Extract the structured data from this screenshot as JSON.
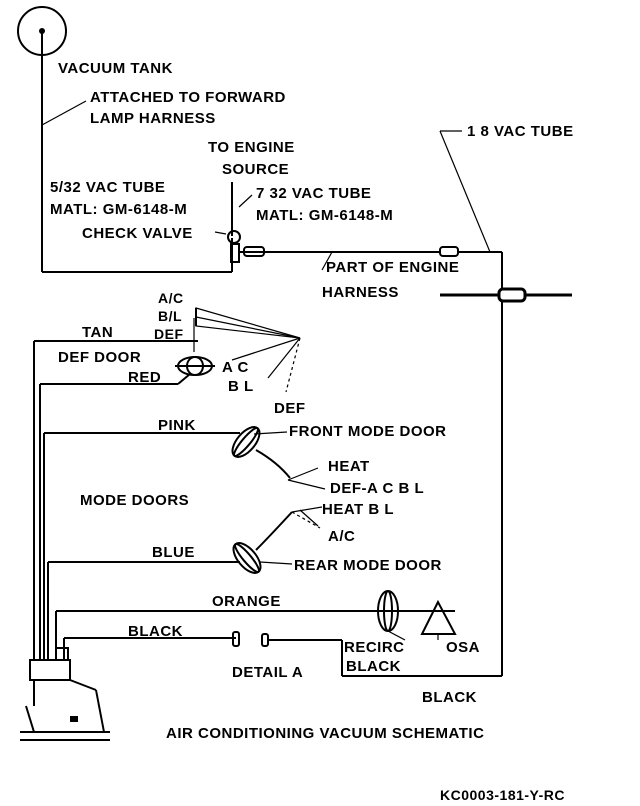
{
  "labels": {
    "vacuum_tank": "VACUUM TANK",
    "attached_1": "ATTACHED TO FORWARD",
    "attached_2": "LAMP HARNESS",
    "vac_tube_18": "1 8 VAC TUBE",
    "to_engine_1": "TO ENGINE",
    "to_engine_2": "SOURCE",
    "vac_532_1": "5/32 VAC TUBE",
    "vac_532_2": "MATL: GM-6148-M",
    "vac_732_1": "7 32 VAC TUBE",
    "vac_732_2": "MATL: GM-6148-M",
    "check_valve": "CHECK VALVE",
    "part_engine_1": "PART OF ENGINE",
    "part_engine_2": "HARNESS",
    "ac": "A/C",
    "bl": "B/L",
    "def": "DEF",
    "tan": "TAN",
    "def_door": "DEF DOOR",
    "red": "RED",
    "ac2": "A C",
    "bl2": "B L",
    "def2": "DEF",
    "pink": "PINK",
    "front_mode_door": "FRONT MODE DOOR",
    "heat": "HEAT",
    "def_acbl": "DEF-A C B L",
    "mode_doors": "MODE DOORS",
    "heat_bl": "HEAT B L",
    "ac3": "A/C",
    "blue": "BLUE",
    "rear_mode_door": "REAR MODE DOOR",
    "orange": "ORANGE",
    "black1": "BLACK",
    "recirc": "RECIRC",
    "osa": "OSA",
    "detail_a": "DETAIL A",
    "black2": "BLACK",
    "black3": "BLACK",
    "title": "AIR CONDITIONING VACUUM SCHEMATIC",
    "code": "KC0003-181-Y-RC"
  }
}
